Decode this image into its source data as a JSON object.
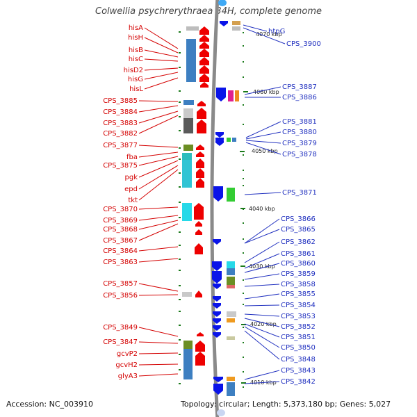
{
  "title": "Colwellia psychrerythraea 34H, complete genome",
  "footer": {
    "accession": "Accession: NC_003910",
    "summary": "Topology: circular; Length: 5,373,180 bp; Genes: 5,027"
  },
  "colors": {
    "left_label": "#d40000",
    "right_label": "#1f2fbf",
    "backbone": "#8a8a8a",
    "tick": "#1a7a1a"
  },
  "scale_labels": [
    "4070 kbp",
    "4060 kbp",
    "4050 kbp",
    "4040 kbp",
    "4030 kbp",
    "4020 kbp",
    "4010 kbp"
  ],
  "left_labels": [
    "hisA",
    "hisH",
    "hisB",
    "hisC",
    "hisD2",
    "hisG",
    "hisL",
    "CPS_3885",
    "CPS_3884",
    "CPS_3883",
    "CPS_3882",
    "CPS_3877",
    "fba",
    "CPS_3875",
    "pgk",
    "epd",
    "tkt",
    "CPS_3870",
    "CPS_3869",
    "CPS_3868",
    "CPS_3867",
    "CPS_3864",
    "CPS_3863",
    "CPS_3857",
    "CPS_3856",
    "CPS_3849",
    "CPS_3847",
    "gcvP2",
    "gcvH2",
    "glyA3"
  ],
  "right_labels": [
    "htpG",
    "CPS_3900",
    "CPS_3887",
    "CPS_3886",
    "CPS_3881",
    "CPS_3880",
    "CPS_3879",
    "CPS_3878",
    "CPS_3871",
    "CPS_3866",
    "CPS_3865",
    "CPS_3862",
    "CPS_3861",
    "CPS_3860",
    "CPS_3859",
    "CPS_3858",
    "CPS_3855",
    "CPS_3854",
    "CPS_3853",
    "CPS_3852",
    "CPS_3851",
    "CPS_3850",
    "CPS_3848",
    "CPS_3843",
    "CPS_3842"
  ]
}
